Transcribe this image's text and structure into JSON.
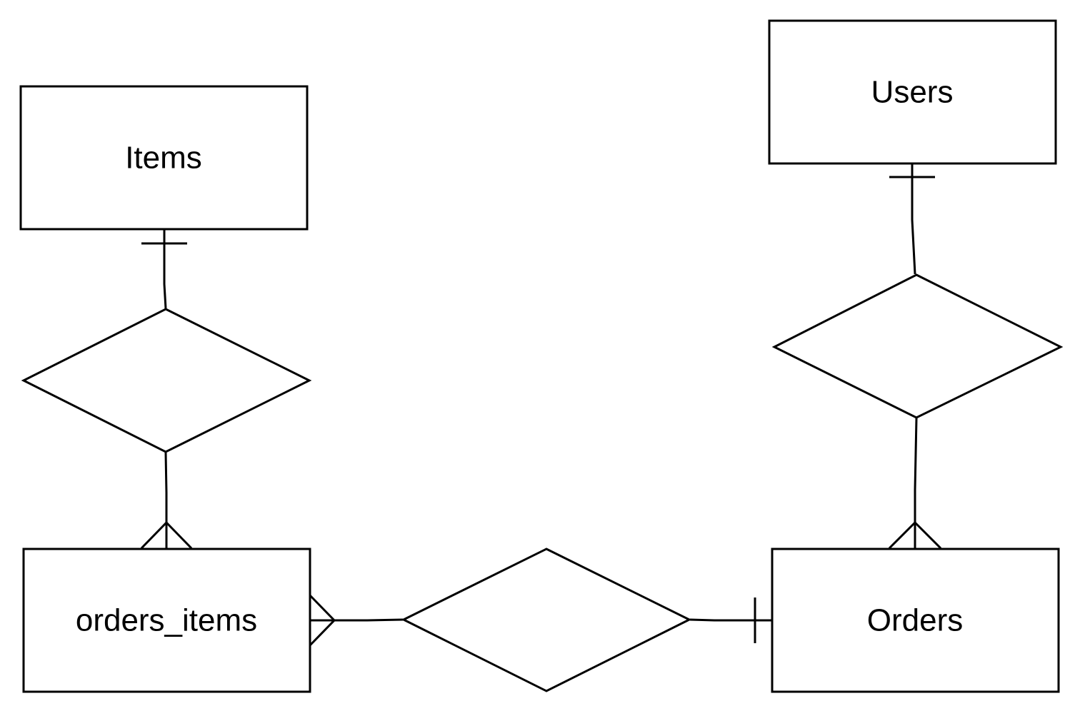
{
  "diagram": {
    "type": "entity-relationship",
    "stroke_color": "#000000",
    "background_color": "#ffffff",
    "entities": [
      {
        "id": "items",
        "label": "Items"
      },
      {
        "id": "users",
        "label": "Users"
      },
      {
        "id": "orders_items",
        "label": "orders_items"
      },
      {
        "id": "orders",
        "label": "Orders"
      }
    ],
    "relationships": [
      {
        "id": "items-orders_items",
        "label": ""
      },
      {
        "id": "users-orders",
        "label": ""
      },
      {
        "id": "orders_items-orders",
        "label": ""
      }
    ],
    "connections": [
      {
        "relationship": "items-orders_items",
        "entity": "items",
        "cardinality": "one"
      },
      {
        "relationship": "items-orders_items",
        "entity": "orders_items",
        "cardinality": "many"
      },
      {
        "relationship": "users-orders",
        "entity": "users",
        "cardinality": "one"
      },
      {
        "relationship": "users-orders",
        "entity": "orders",
        "cardinality": "many"
      },
      {
        "relationship": "orders_items-orders",
        "entity": "orders_items",
        "cardinality": "many"
      },
      {
        "relationship": "orders_items-orders",
        "entity": "orders",
        "cardinality": "one"
      }
    ]
  }
}
